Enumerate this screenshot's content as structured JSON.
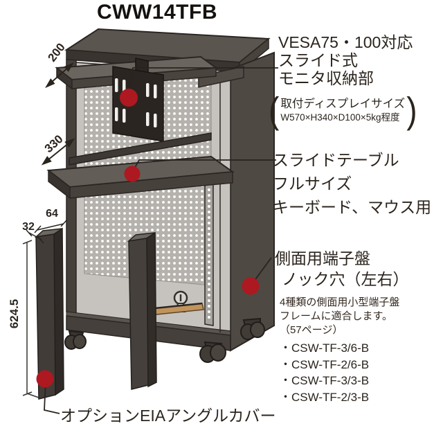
{
  "title": "CWW14TFB",
  "dims": {
    "shelf_pullout": "200",
    "table_pullout": "330",
    "angle_width": "64",
    "angle_depth": "32",
    "angle_height": "624.5"
  },
  "callouts": {
    "monitor": {
      "l1": "VESA75・100対応",
      "l2": "スライド式",
      "l3": "モニタ収納部",
      "paren_l1": "取付ディスプレイサイズ",
      "paren_l2": "W570×H340×D100×5kg程度",
      "paren_open": "(",
      "paren_close": ")"
    },
    "slide_table": {
      "l1": "スライドテーブル",
      "l2": "フルサイズ",
      "l3": "キーボード、マウス用"
    },
    "side": {
      "l1": "側面用端子盤",
      "l2": "ノック穴（左右）",
      "n1": "4種類の側面用小型端子盤",
      "n2": "フレームに適合します。",
      "n3": "（57ページ）",
      "models": [
        "・CSW-TF-3/6-B",
        "・CSW-TF-2/6-B",
        "・CSW-TF-3/3-B",
        "・CSW-TF-2/3-B"
      ]
    },
    "option_label": "オプションEIAアングルカバー"
  },
  "colors": {
    "marker_red": "#ae1820",
    "cabinet_dark": "#4a443f",
    "panel_light": "#b9b5b0",
    "wood": "#c1945c",
    "outline": "#2b2623"
  }
}
